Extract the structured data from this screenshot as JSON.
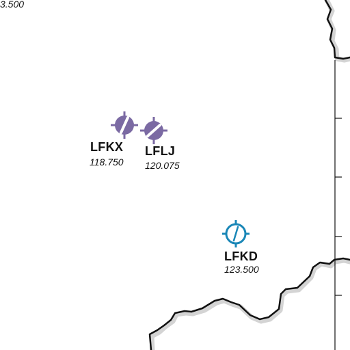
{
  "map": {
    "corner_frequency": "3.500",
    "airports": [
      {
        "ident": "LFKX",
        "frequency": "118.750",
        "color": "#7b6aa3",
        "type": "controlled"
      },
      {
        "ident": "LFLJ",
        "frequency": "120.075",
        "color": "#7b6aa3",
        "type": "controlled"
      },
      {
        "ident": "LFKD",
        "frequency": "123.500",
        "color": "#1a87b7",
        "type": "uncontrolled"
      }
    ],
    "colors": {
      "border": "#111111",
      "border_shadow": "#d4d4d4",
      "background": "#ffffff"
    }
  }
}
